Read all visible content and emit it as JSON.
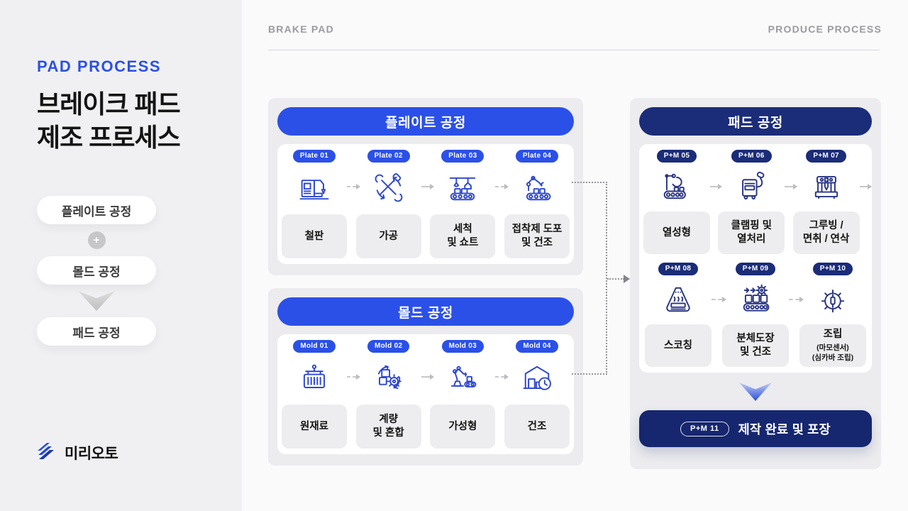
{
  "sidebar": {
    "eyebrow": "PAD PROCESS",
    "title": "브레이크 패드\n제조 프로세스",
    "flow_pills": [
      "플레이트 공정",
      "몰드 공정",
      "패드 공정"
    ],
    "plus": "+",
    "logo": "미리오토"
  },
  "header": {
    "left": "BRAKE PAD",
    "right": "PRODUCE PROCESS"
  },
  "plate_panel": {
    "title": "플레이트 공정",
    "steps": [
      {
        "badge": "Plate 01",
        "label": "철판",
        "icon": "press-machine-icon"
      },
      {
        "badge": "Plate 02",
        "label": "가공",
        "icon": "machining-tools-icon"
      },
      {
        "badge": "Plate 03",
        "label": "세척\n및 쇼트",
        "icon": "washing-shot-icon"
      },
      {
        "badge": "Plate 04",
        "label": "접착제 도포\n및 건조",
        "icon": "adhesive-robot-icon"
      }
    ]
  },
  "mold_panel": {
    "title": "몰드 공정",
    "steps": [
      {
        "badge": "Mold 01",
        "label": "원재료",
        "icon": "raw-material-icon"
      },
      {
        "badge": "Mold 02",
        "label": "계량\n및 혼합",
        "icon": "mixing-icon"
      },
      {
        "badge": "Mold 03",
        "label": "가성형",
        "icon": "preforming-robot-icon"
      },
      {
        "badge": "Mold 04",
        "label": "건조",
        "icon": "drying-warehouse-icon"
      }
    ]
  },
  "pad_panel": {
    "title": "패드 공정",
    "steps": [
      {
        "badge": "P+M 05",
        "label": "열성형",
        "icon": "hot-forming-icon"
      },
      {
        "badge": "P+M 06",
        "label": "클램핑 및\n열처리",
        "icon": "clamping-heat-icon"
      },
      {
        "badge": "P+M 07",
        "label": "그루빙 /\n면취 / 연삭",
        "icon": "grooving-press-icon"
      },
      {
        "badge": "P+M 08",
        "label": "스코칭",
        "icon": "scorching-icon"
      },
      {
        "badge": "P+M 09",
        "label": "분체도장\n및 건조",
        "icon": "powder-coating-icon"
      },
      {
        "badge": "P+M 10",
        "label": "조립",
        "sub": "(마모센서)\n(심카바 조립)",
        "icon": "assembly-gear-icon"
      }
    ],
    "final": {
      "badge": "P+M 11",
      "label": "제작 완료 및 포장"
    }
  },
  "colors": {
    "accent_blue": "#2b50e8",
    "navy": "#1b2c78",
    "final_navy": "#16276f",
    "panel_gray": "#ececee",
    "sidebar_gray": "#f0f0f2"
  }
}
